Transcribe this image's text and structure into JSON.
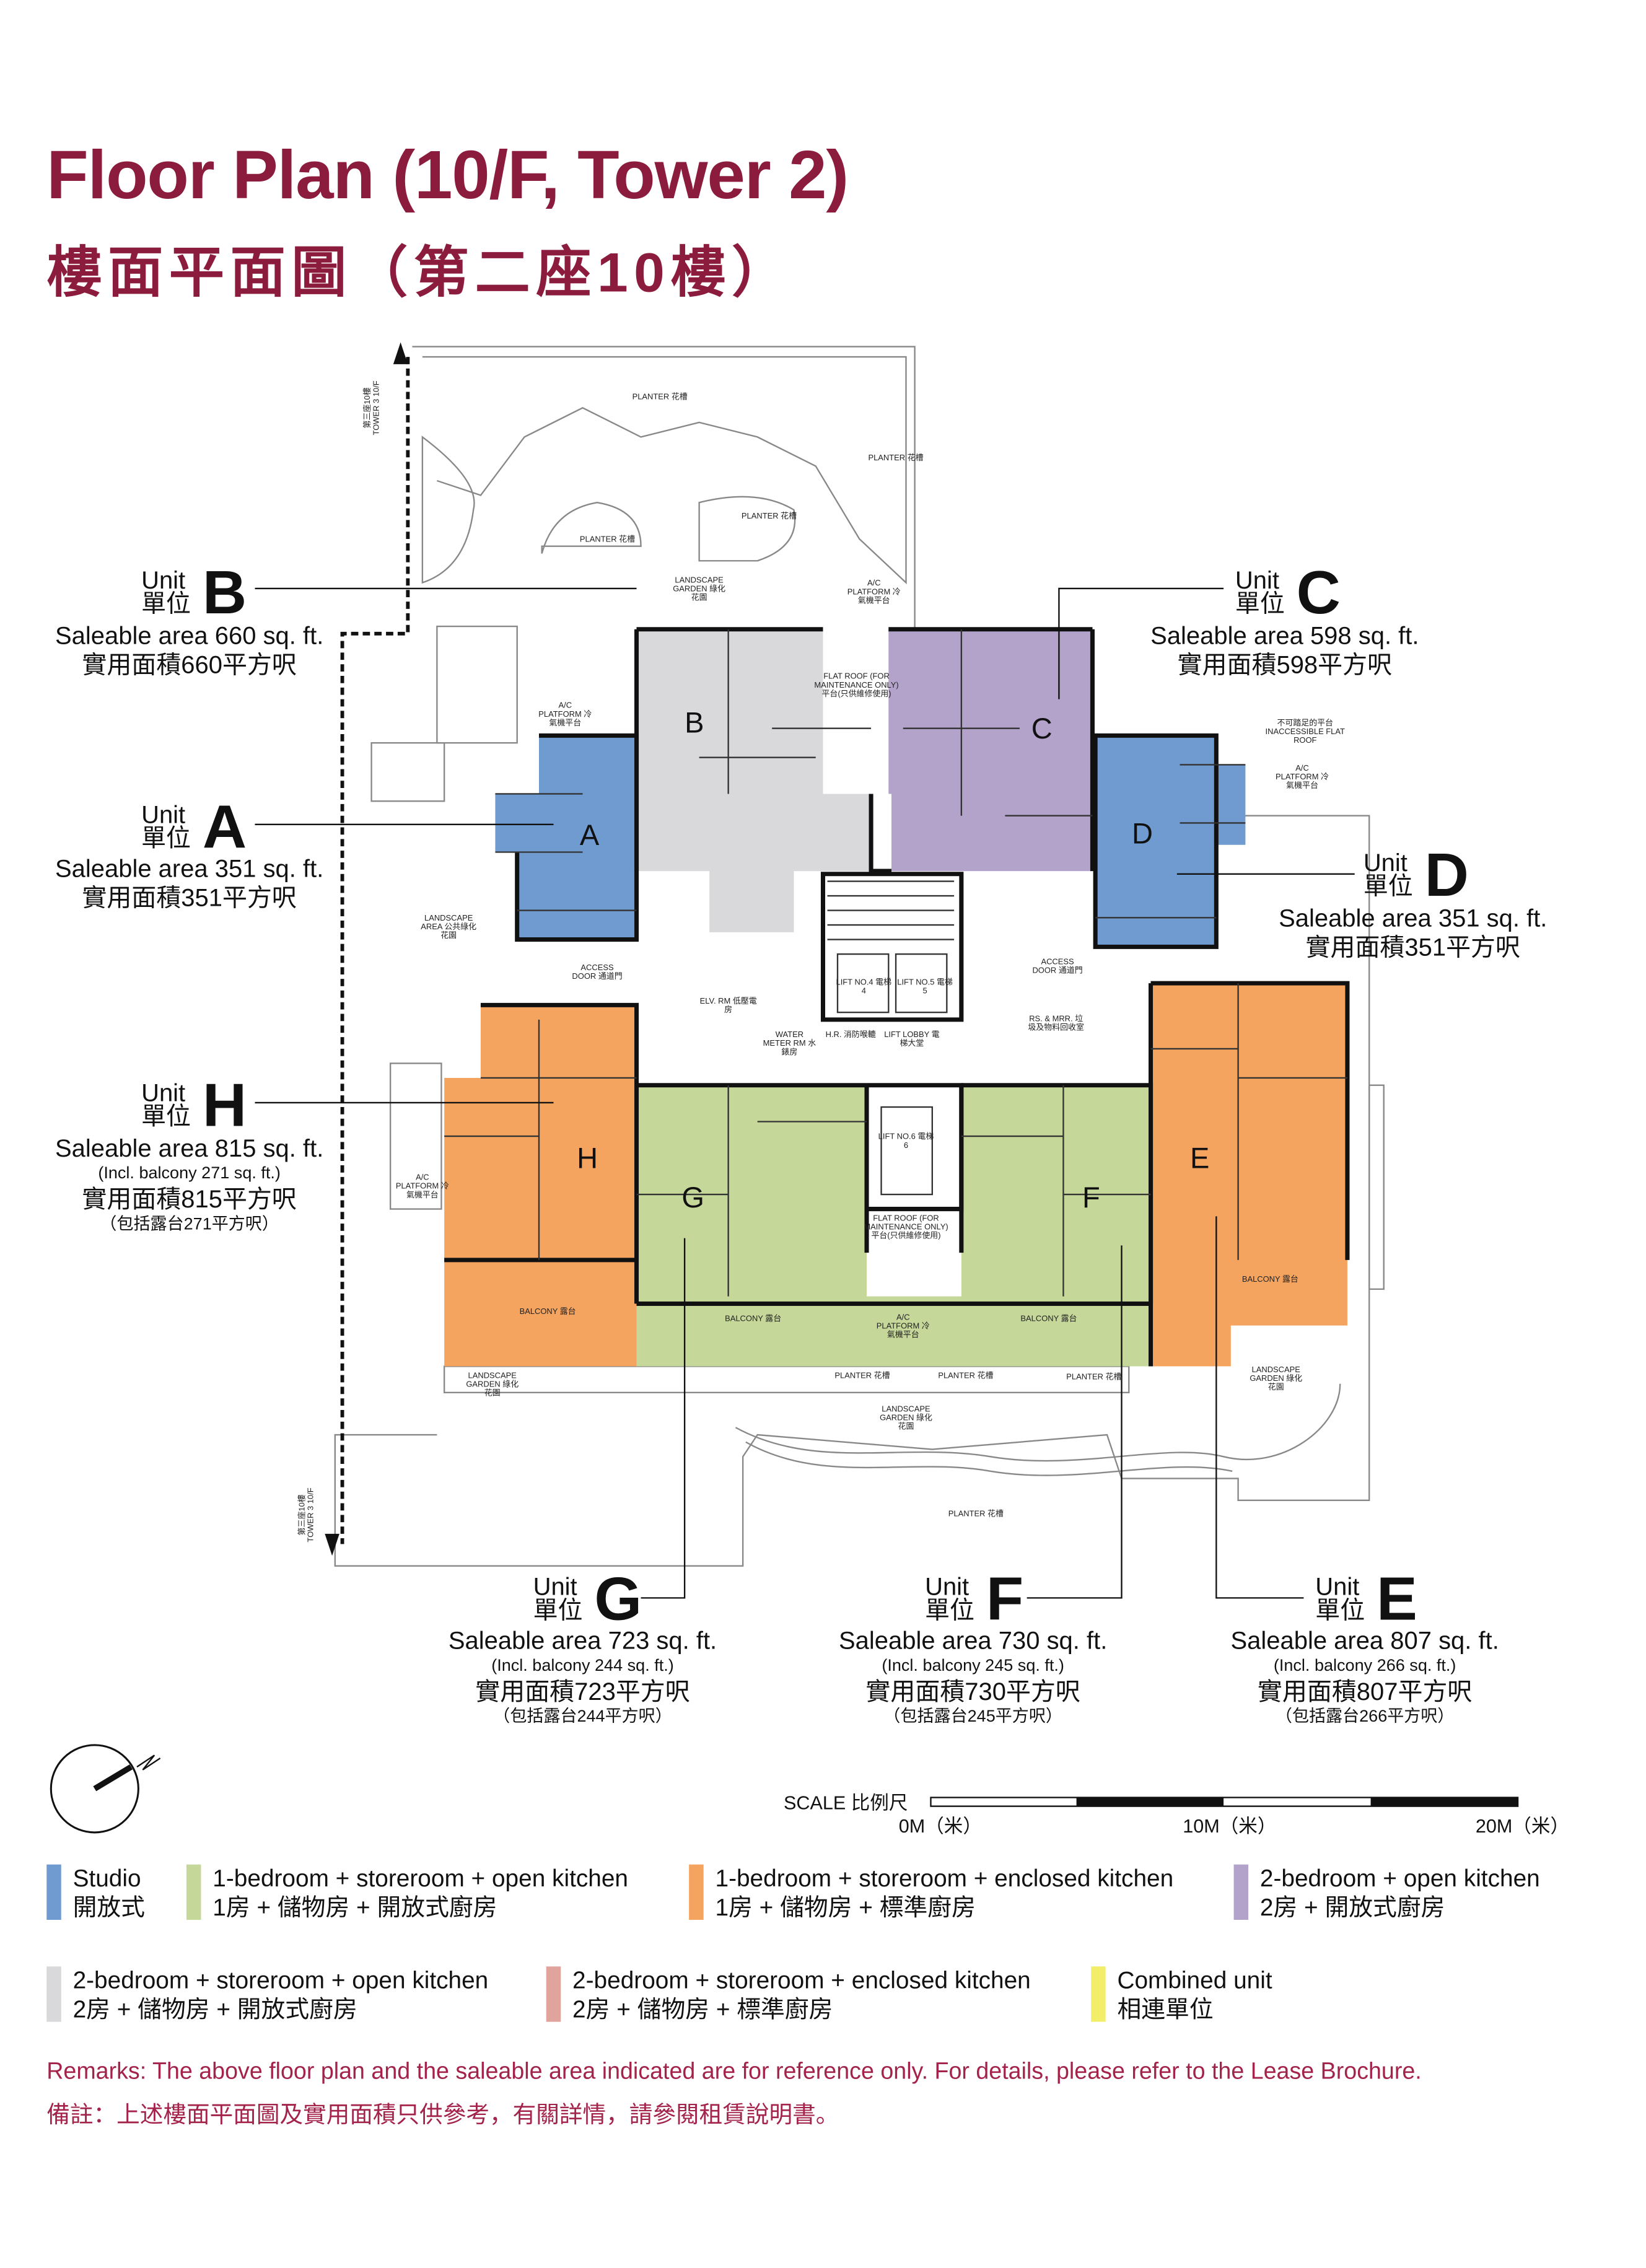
{
  "title": {
    "en": "Floor Plan (10/F, Tower 2)",
    "zh": "樓面平面圖（第二座10樓）"
  },
  "unit_word": {
    "en": "Unit",
    "zh": "單位"
  },
  "units": {
    "B": {
      "letter": "B",
      "saleable": "Saleable area 660 sq. ft.",
      "zh": "實用面積660平方呎"
    },
    "A": {
      "letter": "A",
      "saleable": "Saleable area 351 sq. ft.",
      "zh": "實用面積351平方呎"
    },
    "H": {
      "letter": "H",
      "saleable": "Saleable area 815 sq. ft.",
      "incl": "(Incl. balcony 271 sq. ft.)",
      "zh": "實用面積815平方呎",
      "incl_zh": "（包括露台271平方呎）"
    },
    "C": {
      "letter": "C",
      "saleable": "Saleable area 598 sq. ft.",
      "zh": "實用面積598平方呎"
    },
    "D": {
      "letter": "D",
      "saleable": "Saleable area 351 sq. ft.",
      "zh": "實用面積351平方呎"
    },
    "G": {
      "letter": "G",
      "saleable": "Saleable area 723 sq. ft.",
      "incl": "(Incl. balcony 244 sq. ft.)",
      "zh": "實用面積723平方呎",
      "incl_zh": "（包括露台244平方呎）"
    },
    "F": {
      "letter": "F",
      "saleable": "Saleable area 730 sq. ft.",
      "incl": "(Incl. balcony 245 sq. ft.)",
      "zh": "實用面積730平方呎",
      "incl_zh": "（包括露台245平方呎）"
    },
    "E": {
      "letter": "E",
      "saleable": "Saleable area 807 sq. ft.",
      "incl": "(Incl. balcony 266 sq. ft.)",
      "zh": "實用面積807平方呎",
      "incl_zh": "（包括露台266平方呎）"
    }
  },
  "plan_labels": [
    "PLANTER 花槽",
    "PLANTER 花槽",
    "PLANTER 花槽",
    "PLANTER 花槽",
    "LANDSCAPE GARDEN 綠化花園",
    "A/C PLATFORM 冷氣機平台",
    "A/C PLATFORM 冷氣機平台",
    "FLAT ROOF (FOR MAINTENANCE ONLY) 平台(只供維修使用)",
    "LANDSCAPE AREA 公共綠化花園",
    "ACCESS DOOR 通道門",
    "ACCESS DOOR 通道門",
    "LIFT NO.4 電梯4",
    "LIFT NO.5 電梯5",
    "LIFT LOBBY 電梯大堂",
    "LIFT NO.6 電梯6",
    "BALCONY 露台",
    "BALCONY 露台",
    "BALCONY 露台",
    "BALCONY 露台",
    "LANDSCAPE GARDEN 綠化花園",
    "LANDSCAPE GARDEN 綠化花園",
    "PLANTER 花槽",
    "PLANTER 花槽",
    "PLANTER 花槽",
    "PLANTER 花槽",
    "LANDSCAPE GARDEN 綠化花園",
    "不可踏足的平台 INACCESSIBLE FLAT ROOF",
    "A/C PLATFORM 冷氣機平台",
    "FLAT ROOF (FOR MAINTENANCE ONLY) 平台(只供維修使用)",
    "ELV. RM 低壓電房",
    "WATER METER RM 水錶房",
    "H.R. 消防喉轆",
    "RS. & MRR. 垃圾及物料回收室",
    "第三座10樓 TOWER 3 10/F",
    "第三座10樓 TOWER 3 10/F",
    "A/C PLATFORM 冷氣機平台",
    "A/C PLATFORM 冷氣機平台"
  ],
  "scale": {
    "label": "SCALE 比例尺",
    "ticks": [
      "0M（米）",
      "10M（米）",
      "20M（米）"
    ]
  },
  "legend": [
    {
      "en": "Studio",
      "zh": "開放式",
      "color": "#6f9bd1"
    },
    {
      "en": "1-bedroom + storeroom + open kitchen",
      "zh": "1房 + 儲物房 + 開放式廚房",
      "color": "#c5d89a"
    },
    {
      "en": "1-bedroom + storeroom + enclosed kitchen",
      "zh": "1房 + 儲物房 + 標準廚房",
      "color": "#f5a460"
    },
    {
      "en": "2-bedroom + open kitchen",
      "zh": "2房 + 開放式廚房",
      "color": "#b3a3cb"
    },
    {
      "en": "2-bedroom + storeroom + open kitchen",
      "zh": "2房 + 儲物房 + 開放式廚房",
      "color": "#d9d9db"
    },
    {
      "en": "2-bedroom + storeroom + enclosed kitchen",
      "zh": "2房 + 儲物房 + 標準廚房",
      "color": "#e0a49d"
    },
    {
      "en": "Combined unit",
      "zh": "相連單位",
      "color": "#f3ee6a"
    }
  ],
  "remarks": {
    "en": "Remarks: The above floor plan and the saleable area indicated are for reference only. For details, please refer to the Lease Brochure.",
    "zh": "備註：上述樓面平面圖及實用面積只供參考，有關詳情，請參閱租賃說明書。"
  },
  "colors": {
    "title": "#8c1c3d",
    "remarks": "#a3234b"
  }
}
